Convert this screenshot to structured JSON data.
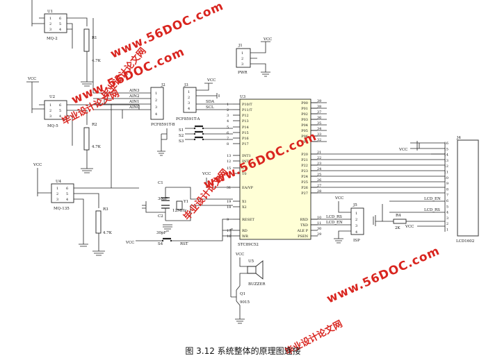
{
  "caption": "图 3.12 系统整体的原理图连接",
  "components": {
    "u1": {
      "ref": "U1",
      "name": "MQ-2",
      "pins_left": [
        "1",
        "2",
        "3"
      ],
      "pins_right": [
        "6",
        "5",
        "4"
      ]
    },
    "u2": {
      "ref": "U2",
      "name": "MQ-5",
      "pins_left": [
        "1",
        "2",
        "3"
      ],
      "pins_right": [
        "6",
        "5",
        "4"
      ]
    },
    "u4": {
      "ref": "U4",
      "name": "MQ-135",
      "pins_left": [
        "1",
        "2",
        "3"
      ],
      "pins_right": [
        "6",
        "5",
        "4"
      ]
    },
    "r1": {
      "ref": "R1",
      "value": "4.7K"
    },
    "r2": {
      "ref": "R2",
      "value": "4.7K"
    },
    "r3": {
      "ref": "R3",
      "value": "4.7K"
    },
    "r4": {
      "ref": "R4",
      "value": "2K"
    },
    "j1": {
      "ref": "J1",
      "name": "PWR",
      "pins": [
        "1",
        "2",
        "3"
      ]
    },
    "j2": {
      "ref": "J2",
      "name": "PCF8591T-B",
      "nets": [
        "AIN3",
        "AIN2",
        "AIN1",
        "AIN0"
      ],
      "pins": [
        "1",
        "2",
        "3",
        "4"
      ]
    },
    "j3": {
      "ref": "J3",
      "name": "PCF8591T-A",
      "nets": [
        "SDA",
        "SCL"
      ],
      "pins": [
        "1",
        "2",
        "3",
        "4"
      ]
    },
    "u3": {
      "ref": "U3",
      "name": "STC89C52",
      "left_pins": [
        {
          "n": "1",
          "l": "P10/T"
        },
        {
          "n": "2",
          "l": "P11/T"
        },
        {
          "n": "3",
          "l": "P12"
        },
        {
          "n": "4",
          "l": "P13"
        },
        {
          "n": "5",
          "l": "P14"
        },
        {
          "n": "6",
          "l": "P15"
        },
        {
          "n": "7",
          "l": "P16"
        },
        {
          "n": "8",
          "l": "P17"
        },
        {
          "n": "13",
          "l": "INT1"
        },
        {
          "n": "12",
          "l": "INT0"
        },
        {
          "n": "15",
          "l": "T1"
        },
        {
          "n": "14",
          "l": "T0"
        },
        {
          "n": "31",
          "l": "EA/VP"
        },
        {
          "n": "19",
          "l": "X1"
        },
        {
          "n": "18",
          "l": "X2"
        },
        {
          "n": "9",
          "l": "RESET"
        },
        {
          "n": "17",
          "l": "RD"
        },
        {
          "n": "16",
          "l": "WR"
        }
      ],
      "right_pins": [
        {
          "n": "39",
          "l": "P00"
        },
        {
          "n": "38",
          "l": "P01"
        },
        {
          "n": "37",
          "l": "P02"
        },
        {
          "n": "36",
          "l": "P03"
        },
        {
          "n": "35",
          "l": "P04"
        },
        {
          "n": "34",
          "l": "P05"
        },
        {
          "n": "33",
          "l": "P06"
        },
        {
          "n": "32",
          "l": "P07"
        },
        {
          "n": "21",
          "l": "P20"
        },
        {
          "n": "22",
          "l": "P21"
        },
        {
          "n": "23",
          "l": "P22"
        },
        {
          "n": "24",
          "l": "P23"
        },
        {
          "n": "25",
          "l": "P24"
        },
        {
          "n": "26",
          "l": "P25"
        },
        {
          "n": "27",
          "l": "P26"
        },
        {
          "n": "28",
          "l": "P27"
        },
        {
          "n": "10",
          "l": "RXD"
        },
        {
          "n": "11",
          "l": "TXD"
        },
        {
          "n": "30",
          "l": "ALE P"
        },
        {
          "n": "29",
          "l": "PSEN"
        }
      ]
    },
    "j5": {
      "ref": "J5",
      "name": "ISP",
      "pins": [
        "1",
        "2",
        "3",
        "4"
      ],
      "nets": [
        "LCD_RS",
        "LCD_EN"
      ]
    },
    "j4": {
      "ref": "J4",
      "name": "LCD1602",
      "pins": [
        "16",
        "15",
        "14",
        "13",
        "12",
        "11",
        "10",
        "9",
        "8",
        "7",
        "6",
        "5",
        "4",
        "3",
        "2",
        "1"
      ],
      "nets": [
        "LCD_EN",
        "LCD_RS"
      ]
    },
    "switches": [
      "S1",
      "S2",
      "S3"
    ],
    "s4": {
      "ref": "S4",
      "label": "RST"
    },
    "c1": {
      "ref": "C1",
      "value": "30pF"
    },
    "c2": {
      "ref": "C2",
      "value": "30pF"
    },
    "y1": {
      "ref": "Y1",
      "value": "12MHz"
    },
    "u5": {
      "ref": "U5",
      "name": "BUZZER"
    },
    "q1": {
      "ref": "Q1",
      "name": "9015"
    },
    "vcc": "VCC"
  },
  "watermarks": {
    "url": "www.56DOC.com",
    "cn": "毕业设计论文网"
  },
  "colors": {
    "watermark": "#d9251f",
    "ink": "#222222",
    "lcd_box": "#555555"
  }
}
